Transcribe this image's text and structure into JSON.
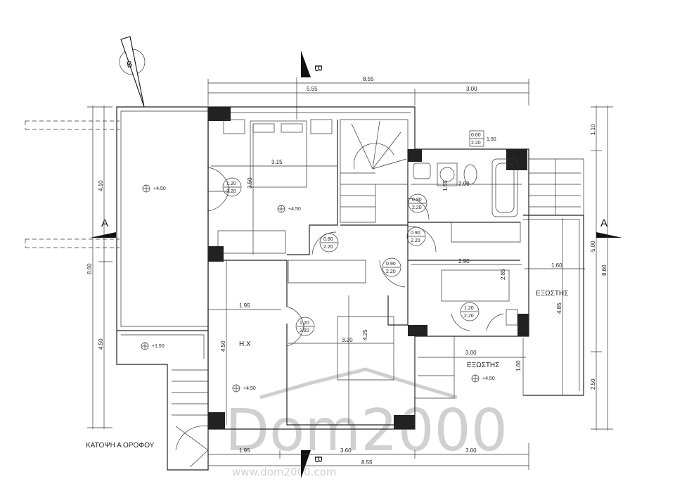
{
  "plan": {
    "title": "ΚΑΤΟΨΗ Α ΟΡΟΦΟΥ",
    "section_a": "A",
    "section_b": "B",
    "north_mark": "B",
    "rooms": {
      "hx": "Η.Χ",
      "balcony_east": "ΕΞΩΣΤΗΣ",
      "balcony_south": "ΕΞΩΣΤΗΣ"
    },
    "levels": {
      "terrace": "+4.50",
      "bedroom_main": "+4.50",
      "hx": "+4.50",
      "balcony_south": "+4.50",
      "stair_landing": "+1.50"
    },
    "dims": {
      "top_total": "8.55",
      "top_left": "5.55",
      "top_right": "3.00",
      "bottom_a": "1.95",
      "bottom_b": "3.60",
      "bottom_c": "3.00",
      "bottom_total": "8.55",
      "left_upper": "4.10",
      "left_total": "8.60",
      "left_lower": "4.50",
      "right_upper": "1.10",
      "right_mid": "5.00",
      "right_total": "8.60",
      "right_lower": "2.50",
      "bedroom_width": "3.15",
      "bedroom_depth": "3.50",
      "bath_width": "2.90",
      "bath_depth": "1.55",
      "room_e_width": "2.90",
      "room_e_depth": "2.85",
      "hx_width": "1.95",
      "hx_depth": "4.50",
      "room_s_width": "3.20",
      "room_s_depth": "4.25",
      "bal_e_width": "1.60",
      "bal_e_depth": "4.85",
      "bal_s_width": "3.00",
      "bal_s_depth": "1.60"
    },
    "doors": [
      {
        "w": "1.20",
        "h": "2.20"
      },
      {
        "w": "0.80",
        "h": "2.20"
      },
      {
        "w": "0.80",
        "h": "2.20"
      },
      {
        "w": "0.90",
        "h": "2.20"
      },
      {
        "w": "0.90",
        "h": "2.20"
      },
      {
        "w": "1.20",
        "h": "2.20"
      },
      {
        "w": "1.20",
        "h": "2.20"
      }
    ],
    "window_tag": {
      "w": "0.60",
      "h": "2.20",
      "sill": "1.50"
    },
    "watermark": "Dom2000",
    "watermark_url": "www.dom2000.com"
  }
}
